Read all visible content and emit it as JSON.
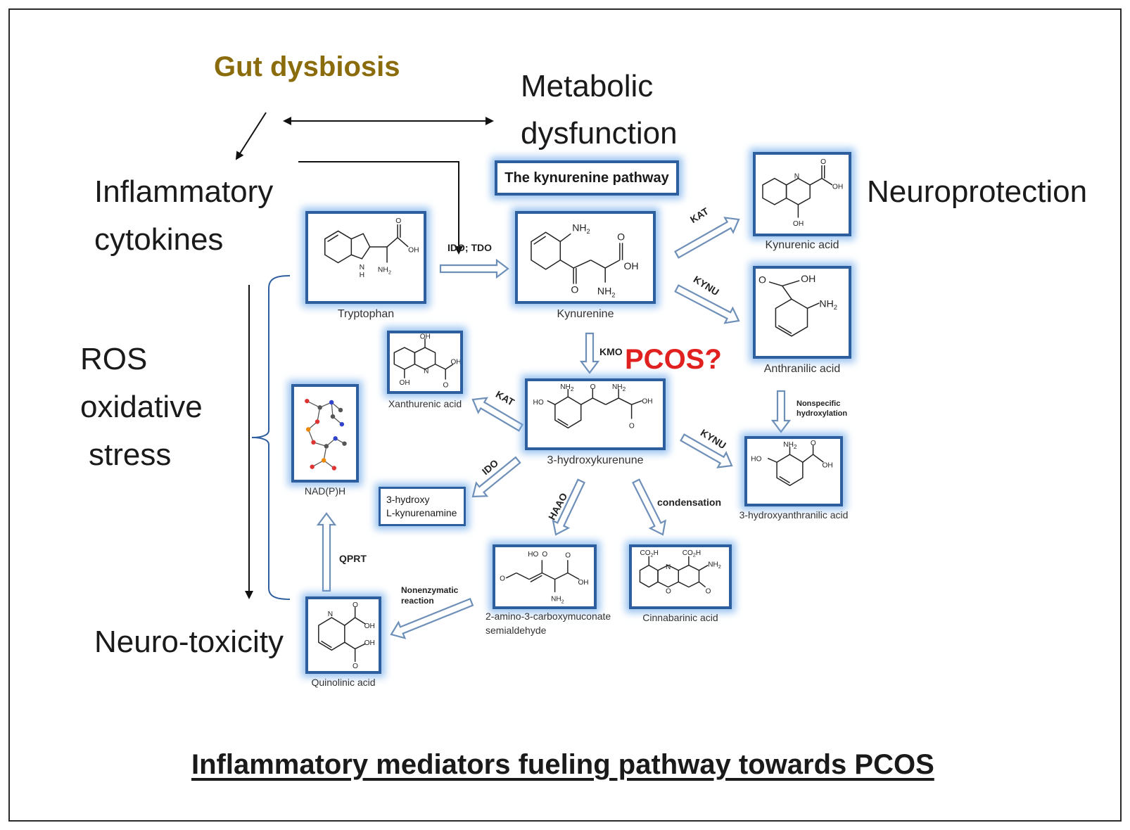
{
  "labels": {
    "gut_dysbiosis": "Gut dysbiosis",
    "metabolic_line1": "Metabolic",
    "metabolic_line2": "dysfunction",
    "inflammatory_line1": "Inflammatory",
    "inflammatory_line2": "cytokines",
    "neuroprotection": "Neuroprotection",
    "ros_line1": "ROS",
    "ros_line2": "oxidative",
    "ros_line3": "stress",
    "neurotoxicity": "Neuro-toxicity",
    "pcos": "PCOS?",
    "pathway_box": "The kynurenine pathway",
    "bottom_title": "Inflammatory mediators fueling pathway towards PCOS"
  },
  "compounds": {
    "tryptophan": "Tryptophan",
    "kynurenine": "Kynurenine",
    "kynurenic_acid": "Kynurenic acid",
    "anthranilic_acid": "Anthranilic acid",
    "xanthurenic_acid": "Xanthurenic acid",
    "hydroxykynurenine": "3-hydroxykurenune",
    "hydroxyanthranilic_acid": "3-hydroxyanthranilic acid",
    "nadph": "NAD(P)H",
    "hydroxy_kynurenamine_line1": "3-hydroxy",
    "hydroxy_kynurenamine_line2": "L-kynurenamine",
    "acms_line1": "2-amino-3-carboxymuconate",
    "acms_line2": "semialdehyde",
    "cinnabarinic_acid": "Cinnabarinic acid",
    "quinolinic_acid": "Quinolinic acid"
  },
  "enzymes": {
    "ido_tdo": "IDO; TDO",
    "kat_top": "KAT",
    "kynu_top": "KYNU",
    "kmo": "KMO",
    "kat_left": "KAT",
    "ido": "IDO",
    "kynu_right": "KYNU",
    "haao": "HAAO",
    "condensation": "condensation",
    "nonspecific_line1": "Nonspecific",
    "nonspecific_line2": "hydroxylation",
    "qprt": "QPRT",
    "nonenzymatic_line1": "Nonenzymatic",
    "nonenzymatic_line2": "reaction"
  },
  "colors": {
    "gut_dysbiosis": "#8b6c0c",
    "pcos": "#e0211f",
    "box_border": "#2d5e9e",
    "box_glow": "#78afeb"
  }
}
